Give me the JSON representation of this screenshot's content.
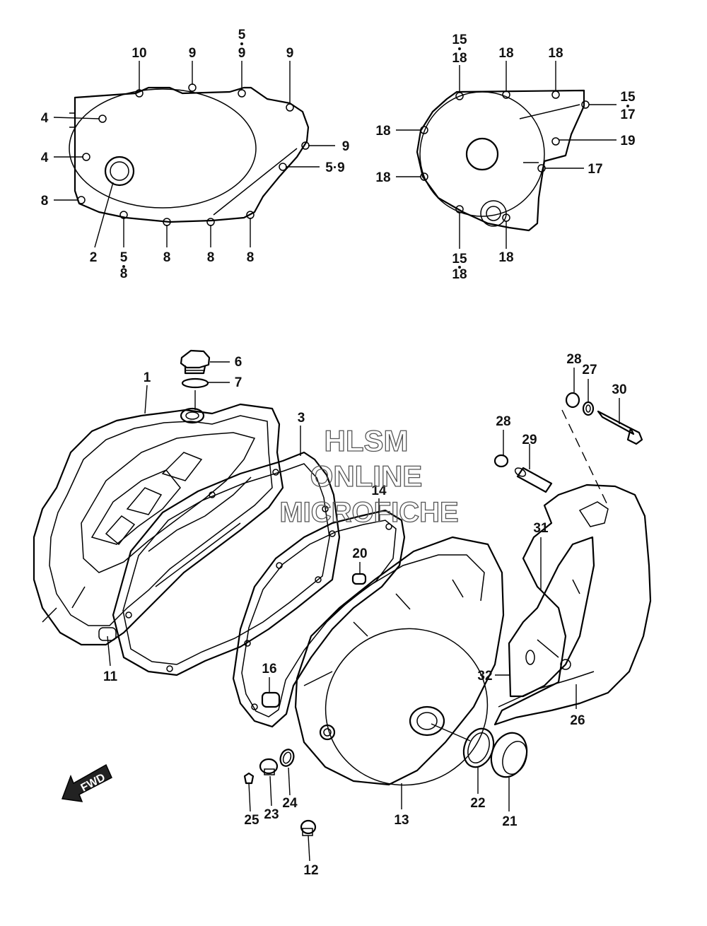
{
  "labels": {
    "top_left": {
      "l10": "10",
      "l9a": "9",
      "l5a": "5",
      "l9b": "9",
      "l9c": "9",
      "l4a": "4",
      "l4b": "4",
      "l8a": "8",
      "l9d": "9",
      "l5_9": "5·9",
      "l2": "2",
      "l5b": "5",
      "l8b": "8",
      "l8c": "8",
      "l8d": "8",
      "l8e": "8"
    },
    "top_right": {
      "l15a": "15",
      "l18a": "18",
      "l18b": "18",
      "l18c": "18",
      "l15b": "15",
      "l17a": "17",
      "l18d": "18",
      "l19": "19",
      "l18e": "18",
      "l17b": "17",
      "l15c": "15",
      "l18f": "18",
      "l18g": "18"
    },
    "bottom": {
      "l1": "1",
      "l6": "6",
      "l7": "7",
      "l3": "3",
      "l14": "14",
      "l20": "20",
      "l11": "11",
      "l16": "16",
      "l28a": "28",
      "l27": "27",
      "l30": "30",
      "l28b": "28",
      "l29": "29",
      "l31": "31",
      "l32": "32",
      "l26": "26",
      "l13": "13",
      "l22": "22",
      "l21": "21",
      "l23": "23",
      "l24": "24",
      "l25": "25",
      "l12": "12"
    }
  },
  "watermark": {
    "line1": "HLSM",
    "line2": "ONLINE",
    "line3": "MICROFICHE"
  },
  "fwd_arrow": {
    "label": "FWD"
  }
}
